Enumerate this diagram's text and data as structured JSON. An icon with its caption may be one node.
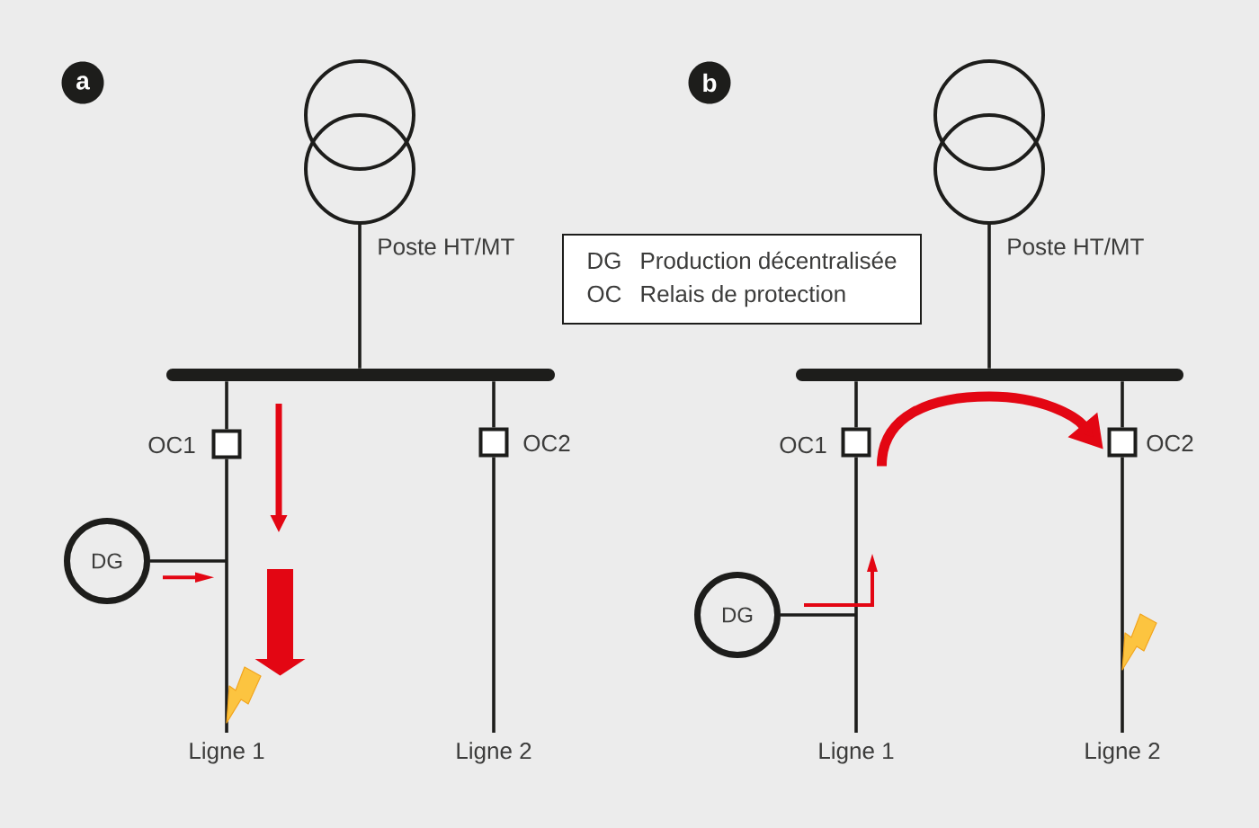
{
  "diagram": {
    "nodes": [
      {
        "text": [
          "a"
        ]
      },
      {
        "text": [],
        "shape": "circle",
        "beside": [
          "Poste HT/MT"
        ]
      },
      {
        "text": [],
        "shape": "bar"
      },
      {
        "text": [],
        "shape": "box",
        "beside": [
          "OC1"
        ]
      },
      {
        "text": [],
        "shape": "box",
        "beside": [
          "OC2"
        ]
      },
      {
        "text": [
          "DG"
        ]
      },
      {
        "text": [
          "Ligne 1"
        ]
      },
      {
        "text": [
          "Ligne 2"
        ]
      },
      {
        "text": [
          "DG",
          "Production décentralisée",
          "OC",
          "Relais de protection"
        ]
      },
      {
        "text": [
          "b"
        ]
      },
      {
        "text": [],
        "shape": "circle",
        "beside": [
          "Poste HT/MT"
        ]
      },
      {
        "text": [],
        "shape": "bar"
      },
      {
        "text": [],
        "shape": "box",
        "beside": [
          "OC1"
        ]
      },
      {
        "text": [],
        "shape": "box",
        "beside": [
          "OC2"
        ]
      },
      {
        "text": [
          "DG"
        ]
      },
      {
        "text": [
          "Ligne 1"
        ]
      },
      {
        "text": [
          "Ligne 2"
        ]
      }
    ],
    "edges": [
      {
        "from": 1,
        "to": 2,
        "arrow": "none"
      },
      {
        "from": 2,
        "to": 3,
        "arrow": "none"
      },
      {
        "from": 2,
        "to": 4,
        "arrow": "none"
      },
      {
        "from": 3,
        "to": 6,
        "arrow": "none"
      },
      {
        "from": 4,
        "to": 7,
        "arrow": "none"
      },
      {
        "from": 5,
        "to": null,
        "arrow": "none"
      },
      {
        "from": 10,
        "to": 11,
        "arrow": "none"
      },
      {
        "from": 11,
        "to": 12,
        "arrow": "none"
      },
      {
        "from": 11,
        "to": 13,
        "arrow": "none"
      },
      {
        "from": 12,
        "to": 15,
        "arrow": "none"
      },
      {
        "from": 13,
        "to": 16,
        "arrow": "none"
      },
      {
        "from": 14,
        "to": null,
        "arrow": "none"
      },
      {
        "from": 12,
        "to": 13,
        "arrow": "to",
        "style": "thick",
        "color": "#e30613"
      }
    ]
  }
}
